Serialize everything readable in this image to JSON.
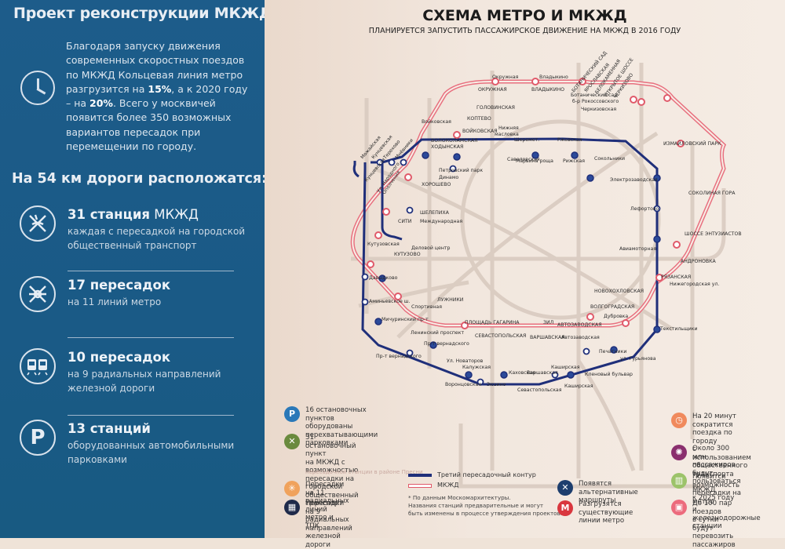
{
  "left_panel": {
    "title": "Проект реконструкции МКЖД",
    "intro": {
      "icon": "clock-icon",
      "text_before_15": "Благодаря запуску движения современных скоростных поездов по МКЖД Кольцевая линия метро разгрузится на ",
      "value_2016": "15%",
      "text_mid": ", а к 2020 году – на ",
      "value_2020": "20%",
      "text_after": ". Всего у москвичей появится более 350 возможных вариантов пересадок при перемещении по городу."
    },
    "section_title": "На 54 км дороги расположатся:",
    "stats": [
      {
        "icon": "interchange-icon",
        "bold": "31 станция",
        "rest": " МКЖД",
        "desc": "каждая с пересадкой на городской общественный транспорт"
      },
      {
        "icon": "metro-transfer-icon",
        "bold": "17 пересадок",
        "rest": "",
        "desc": "на 11 линий метро"
      },
      {
        "icon": "train-icon",
        "bold": "10 пересадок",
        "rest": "",
        "desc": "на 9 радиальных направлений железной дороги"
      },
      {
        "icon": "parking-icon",
        "bold": "13 станций",
        "rest": "",
        "desc": "оборудованных автомобильными парковками"
      }
    ]
  },
  "map": {
    "title": "СХЕМА МЕТРО И МКЖД",
    "subtitle": "ПЛАНИРУЕТСЯ ЗАПУСТИТЬ ПАССАЖИРСКОЕ ДВИЖЕНИЕ НА МКЖД В 2016 ГОДУ",
    "colors": {
      "mkzhd": "#e05a6a",
      "third_contour": "#1f2f7a",
      "background_lines": "#cfc2b8"
    },
    "mkzhd_stations": [
      "ОКРУЖНАЯ",
      "ВЛАДЫКИНО",
      "БОТАНИЧЕСКИЙ САД",
      "ЯРОСЛАВСКАЯ",
      "БЕЛОКАМЕННАЯ",
      "ОТКРЫТОЕ ШОССЕ",
      "ЧЕРКИЗОВО",
      "ИЗМАЙЛОВСКИЙ ПАРК",
      "СОКОЛИНАЯ ГОРА",
      "ШОССЕ ЭНТУЗИАСТОВ",
      "АНДРОНОВКА",
      "РЯЗАНСКАЯ",
      "НОВОХОХЛОВСКАЯ",
      "ВОЛГОГРАДСКАЯ",
      "АВТОЗАВОДСКАЯ",
      "ЗИЛ",
      "ВАРШАВСКАЯ",
      "СЕВАСТОПОЛЬСКАЯ",
      "ПЛОЩАДЬ ГАГАРИНА",
      "ЛУЖНИКИ",
      "КУТУЗОВО",
      "СИТИ",
      "ШЕЛЕПИХА",
      "ХОРОШЕВО",
      "ВОЛОКОЛАМСКАЯ",
      "ХОДЫНСКАЯ",
      "ВОЙКОВСКАЯ",
      "КОПТЕВО",
      "ГОЛОВИНСКАЯ"
    ],
    "metro_labels": [
      "Окружная",
      "Владыкино",
      "Ботанический сад",
      "б-р Рокоссовского",
      "Черкизовская",
      "Войковская",
      "Нижняя масловка",
      "Шереметьевская",
      "Ржевская",
      "Савеловская",
      "Марьина роща",
      "Рижская",
      "Сокольники",
      "Петровский парк",
      "Динамо",
      "Электрозаводская",
      "Лефортово",
      "Авиамоторная",
      "Нижегородская ул.",
      "Текстильщики",
      "Дубровка",
      "Автозаводская",
      "Печатники",
      "ул. Гурьянова",
      "Кленовый бульвар",
      "Каширская",
      "Каширская",
      "Варшавская",
      "Каховская",
      "Севастопольская",
      "Зюзино",
      "Воронцовская",
      "Калужская",
      "Ул. Новаторов",
      "Пр-т вернадского",
      "Пр-т вернадского",
      "Ленинский проспект",
      "Спортивная",
      "Мичуринский пр-т",
      "Аминьевское ш.",
      "Давыдково",
      "Кутузовская",
      "Деловой центр",
      "Международная",
      "Можайская",
      "Кунцевская",
      "Терехово",
      "Мнёвники",
      "Ул. Народного Ополчения",
      "Кунцевская"
    ]
  },
  "legend_left": [
    {
      "icon": "parking-icon",
      "color": "#2a78b8",
      "glyph": "P",
      "text": "16 остановочных пунктов\nоборудованы\nперехватывающими парковками"
    },
    {
      "icon": "interchange-icon",
      "color": "#6a8a3e",
      "glyph": "✕",
      "text": "31 остановочный пункт\nна МКЖД с возможностью\nпересадки на городской\nобщественный транспорт"
    },
    {
      "icon": "metro-transfer-icon",
      "color": "#f0a25c",
      "glyph": "✳",
      "text": "Пересадки на 11 радиальных\nлиний метро и ТПК"
    },
    {
      "icon": "train-icon",
      "color": "#1f2a4a",
      "glyph": "▦",
      "text": "Пересадки на 9 радиальных\nнаправлений железной дороги"
    }
  ],
  "legend_faint": "пересадочной станции в районе Пресни",
  "legend_lines": [
    {
      "name": "third-contour-line",
      "label": "Третий пересадочный контур"
    },
    {
      "name": "mkzhd-line",
      "label": "МКЖД"
    }
  ],
  "footnote": [
    "* По данным Москомархитектуры.",
    "Названия станций предварительные и могут",
    "быть изменены в процессе утверждения проектов."
  ],
  "legend_mid": [
    {
      "icon": "alt-routes-icon",
      "color": "#1d3e6e",
      "glyph": "✕",
      "text": "Появятся альтернативные\nмаршруты"
    },
    {
      "icon": "metro-icon",
      "color": "#d9363e",
      "glyph": "M",
      "text": "Разгрузятся существующие\nлинии метро"
    }
  ],
  "legend_right": [
    {
      "icon": "clock-icon",
      "color": "#f08a5d",
      "glyph": "◷",
      "text": "На 20 минут сократится\nпоездка по городу\nс использованием\nобщественного транспорта"
    },
    {
      "icon": "passengers-icon",
      "color": "#8a2f6e",
      "glyph": "✺",
      "text": "Около 300 млн пассажиров\nбудут пользоваться МКЖД\nк 2025 году"
    },
    {
      "icon": "station-icon",
      "color": "#9cc36a",
      "glyph": "▥",
      "text": "Появится возможность\nпересадки на метро\nи железнодорожные станции"
    },
    {
      "icon": "train-front-icon",
      "color": "#ec6b7d",
      "glyph": "▣",
      "text": "До 100 пар поездов\nв сутки будут перевозить\nпассажиров"
    }
  ]
}
